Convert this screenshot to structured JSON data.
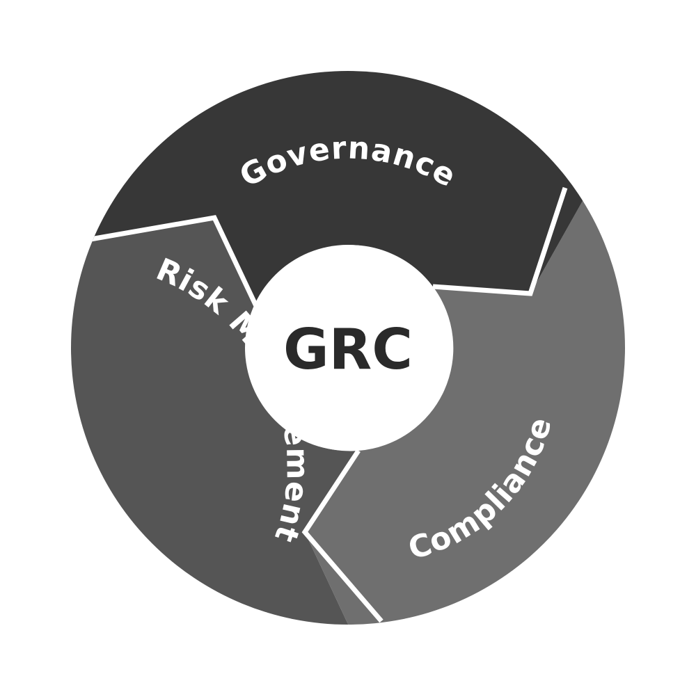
{
  "diagram": {
    "center": {
      "label": "GRC",
      "fill": "#ffffff",
      "text_color": "#2a2a2a"
    },
    "segments": [
      {
        "id": "governance",
        "label": "Governance",
        "fill": "#373737",
        "text_color": "#ffffff"
      },
      {
        "id": "risk-management",
        "label": "Risk Management",
        "fill": "#555555",
        "text_color": "#ffffff"
      },
      {
        "id": "compliance",
        "label": "Compliance",
        "fill": "#6f6f6f",
        "text_color": "#ffffff"
      }
    ],
    "divider_color": "#ffffff"
  }
}
